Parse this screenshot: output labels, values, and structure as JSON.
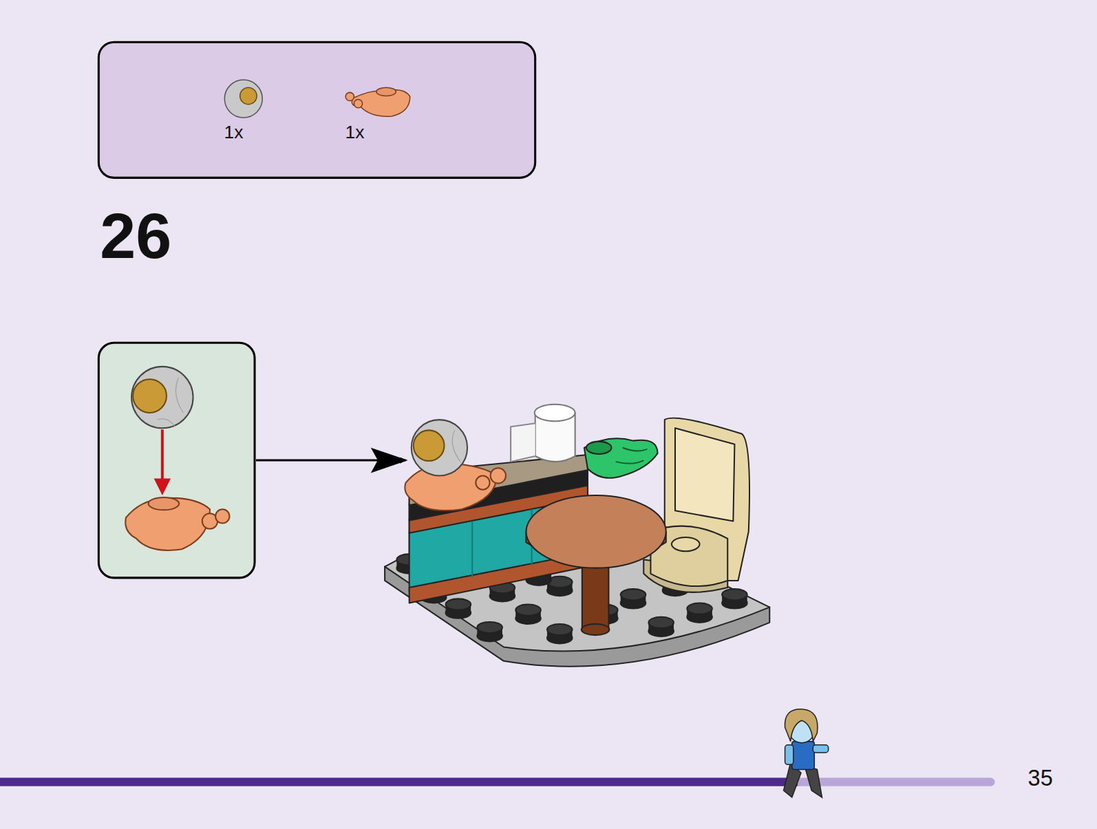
{
  "diagram": {
    "labels": [
      "1x",
      "1x",
      "26",
      "35"
    ]
  }
}
